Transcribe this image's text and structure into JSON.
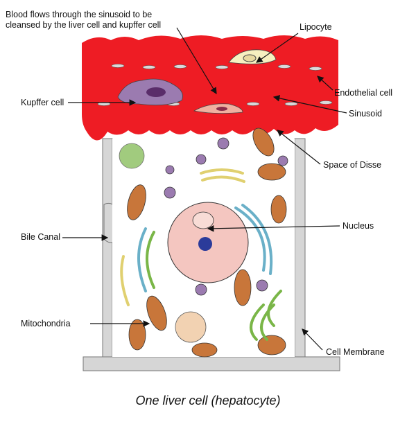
{
  "labels": {
    "blood_flow_line1": "Blood flows through the sinusoid to be",
    "blood_flow_line2": "cleansed by the liver cell and kupffer cell",
    "lipocyte": "Lipocyte",
    "endothelial_cell": "Endothelial cell",
    "kupffer_cell": "Kupffer cell",
    "sinusoid": "Sinusoid",
    "space_of_disse": "Space of Disse",
    "bile_canal": "Bile Canal",
    "nucleus": "Nucleus",
    "mitochondria": "Mitochondria",
    "cell_membrane": "Cell Membrane"
  },
  "caption": "One liver cell (hepatocyte)",
  "colors": {
    "blood": "#ee1c24",
    "membrane": "#c8c8c8",
    "nucleus": "#f4c6c0",
    "mitochondria": "#c8763a",
    "kupffer": "#9b7bb0",
    "er_green": "#7ab648",
    "er_blue": "#6ab0c8"
  }
}
